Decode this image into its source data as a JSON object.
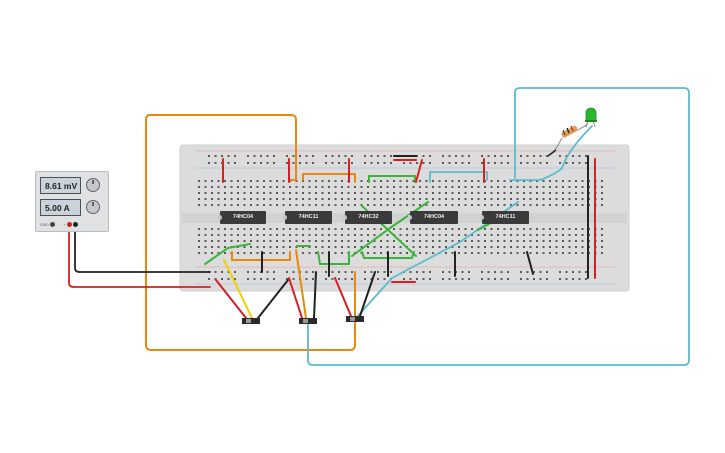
{
  "power_supply": {
    "voltage_display": "8.61 mV",
    "current_display": "5.00 A",
    "terminal_labels": [
      "GND",
      "+",
      "-"
    ]
  },
  "chips": [
    {
      "label": "74HC04"
    },
    {
      "label": "74HC11"
    },
    {
      "label": "74HC32"
    },
    {
      "label": "74HC04"
    },
    {
      "label": "74HC11"
    }
  ],
  "colors": {
    "wire_orange": "#e8890c",
    "wire_cyan": "#5bbccd",
    "wire_green": "#3cb43c",
    "wire_red": "#d42020",
    "wire_black": "#222222",
    "wire_yellow": "#f0d000",
    "led_green": "#2fb52f",
    "breadboard": "#dcdcdc"
  }
}
